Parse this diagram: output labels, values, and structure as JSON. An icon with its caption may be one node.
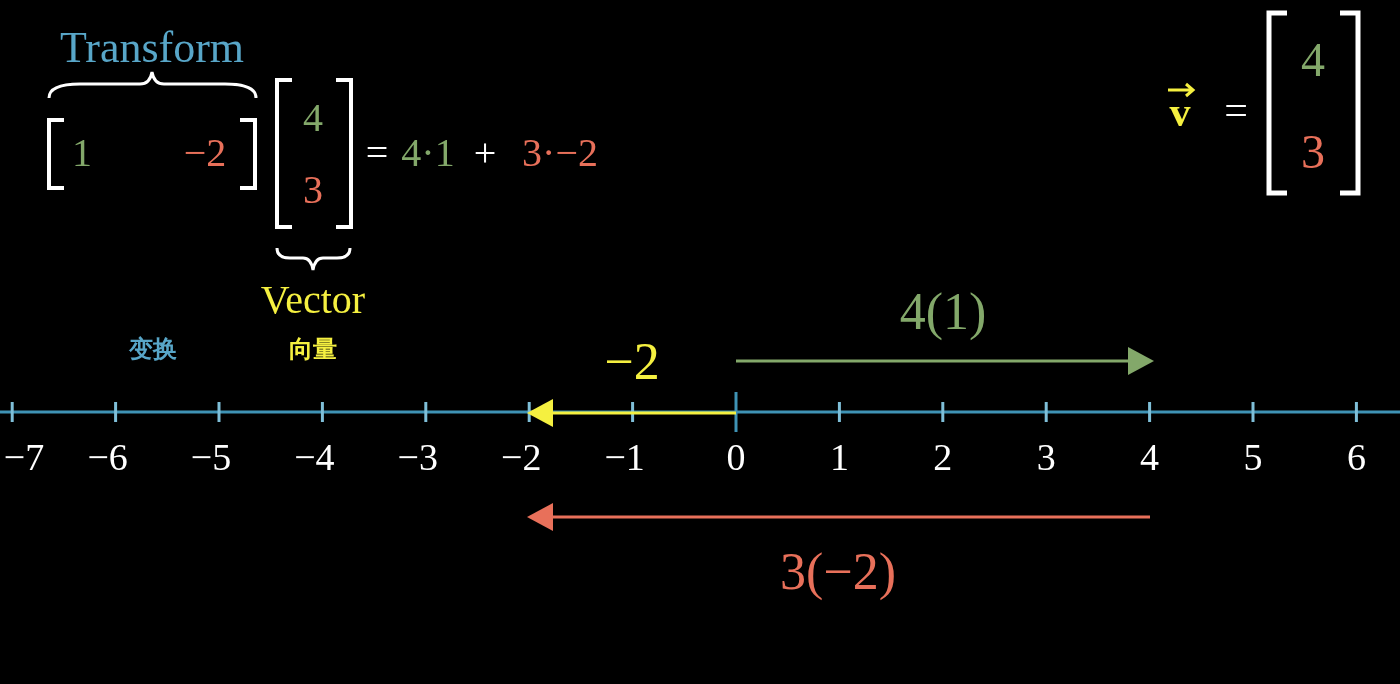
{
  "diagram": {
    "labels": [
      "Transform",
      "1",
      "−2",
      "4",
      "3",
      "=",
      "4·1",
      "+",
      "3·−2",
      "v",
      "=",
      "4",
      "3",
      "Vector",
      "4(1)",
      "变换",
      "向量",
      "−2",
      "−7",
      "−6",
      "−5",
      "−4",
      "−3",
      "−2",
      "−1",
      "0",
      "1",
      "2",
      "3",
      "4",
      "5",
      "6",
      "3(−2)"
    ]
  }
}
